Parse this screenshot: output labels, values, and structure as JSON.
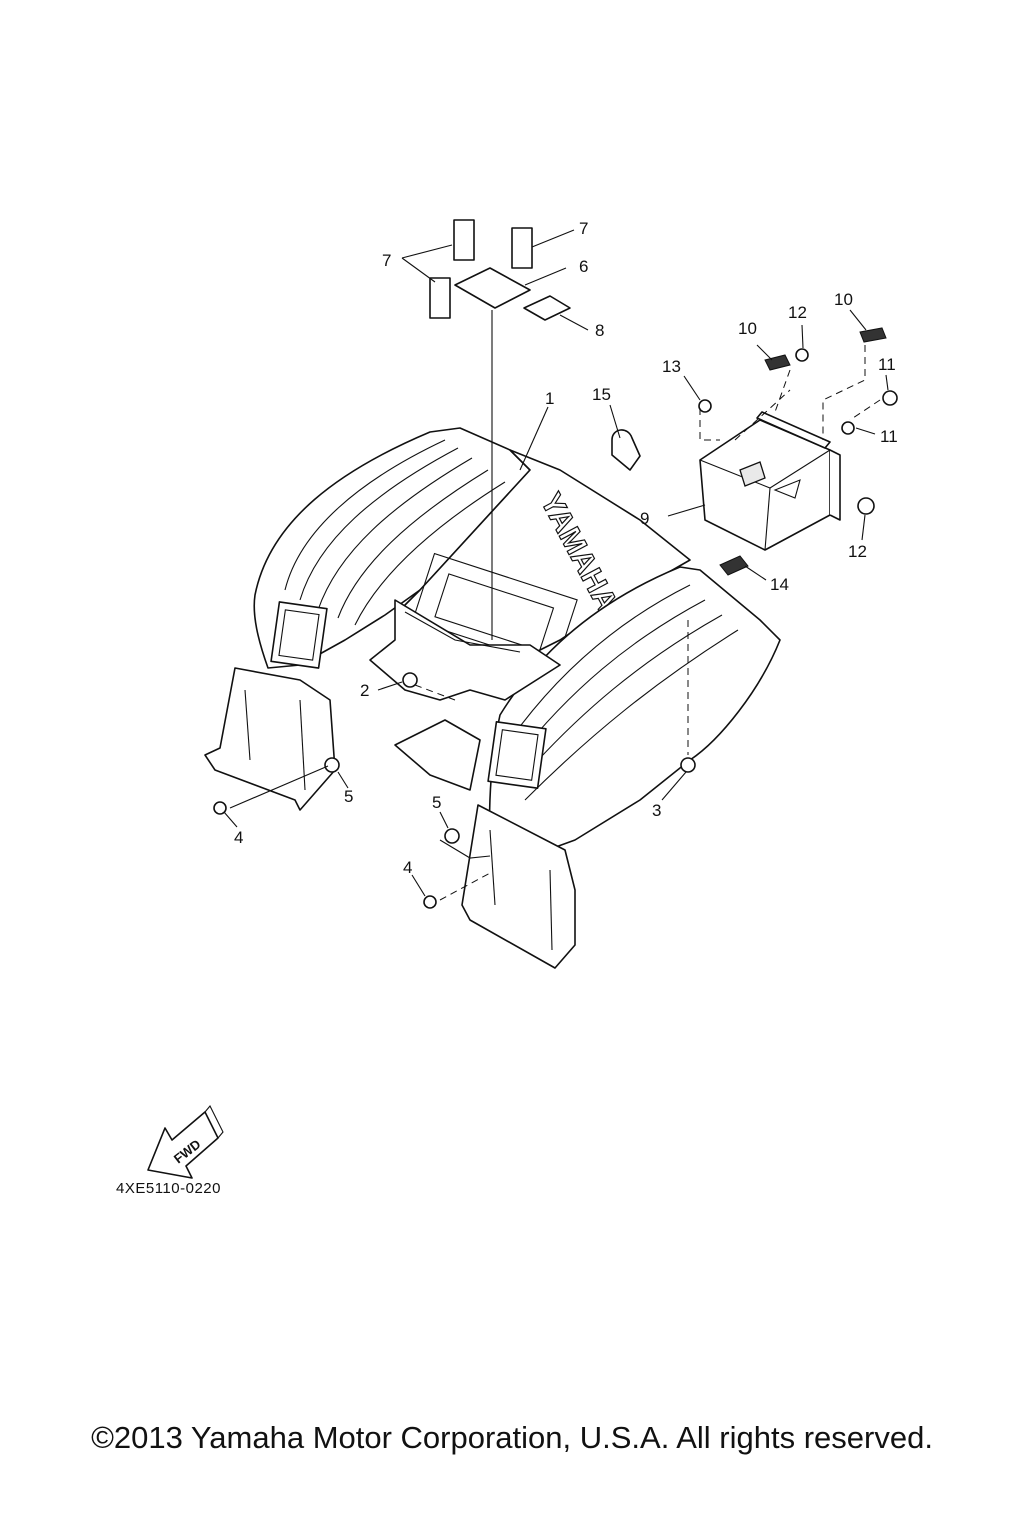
{
  "diagram": {
    "part_code": "4XE5110-0220",
    "fwd_label": "FWD",
    "brand_emboss": "YAMAHA",
    "copyright": "©2013 Yamaha Motor Corporation, U.S.A. All rights reserved.",
    "callouts": {
      "c1": "1",
      "c2": "2",
      "c3": "3",
      "c4a": "4",
      "c4b": "4",
      "c5a": "5",
      "c5b": "5",
      "c6": "6",
      "c7a": "7",
      "c7b": "7",
      "c8": "8",
      "c9": "9",
      "c10a": "10",
      "c10b": "10",
      "c11a": "11",
      "c11b": "11",
      "c12a": "12",
      "c12b": "12",
      "c13": "13",
      "c14": "14",
      "c15": "15"
    }
  }
}
